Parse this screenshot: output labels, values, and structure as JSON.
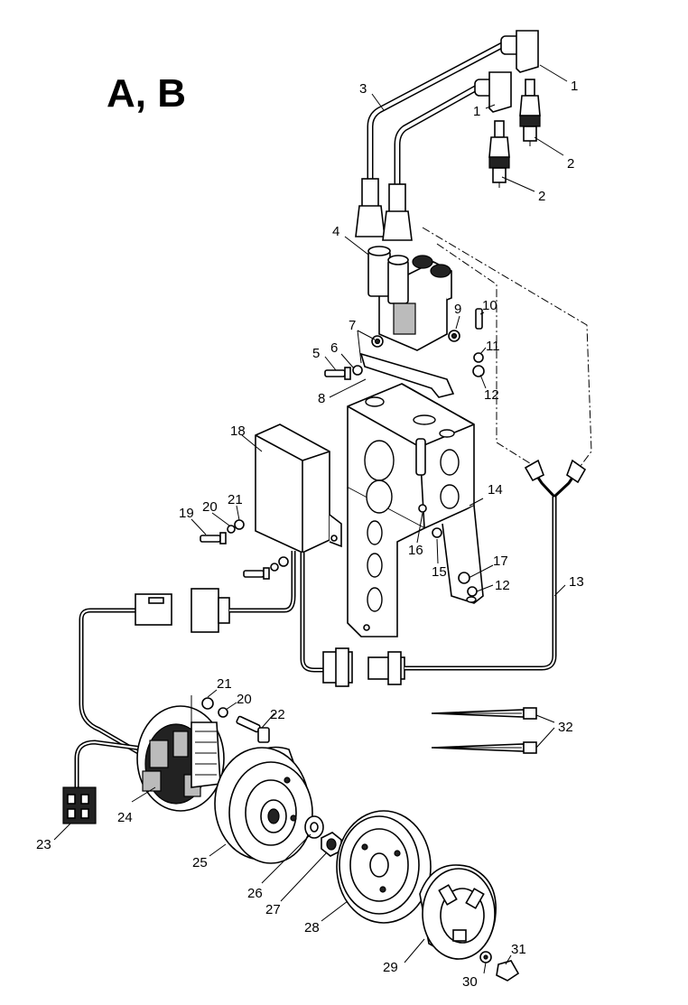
{
  "title": "A, B",
  "parts": [
    {
      "id": "cap-1a",
      "label": "1"
    },
    {
      "id": "cap-1b",
      "label": "1"
    },
    {
      "id": "plug-2a",
      "label": "2"
    },
    {
      "id": "plug-2b",
      "label": "2"
    },
    {
      "id": "cable-3",
      "label": "3"
    },
    {
      "id": "coil-4",
      "label": "4"
    },
    {
      "id": "screw-5",
      "label": "5"
    },
    {
      "id": "washer-6",
      "label": "6"
    },
    {
      "id": "nut-7",
      "label": "7"
    },
    {
      "id": "bracket-8",
      "label": "8"
    },
    {
      "id": "nut-9",
      "label": "9"
    },
    {
      "id": "screw-10",
      "label": "10"
    },
    {
      "id": "washer-11",
      "label": "11"
    },
    {
      "id": "washer-12a",
      "label": "12"
    },
    {
      "id": "washer-12b",
      "label": "12"
    },
    {
      "id": "harness-13",
      "label": "13"
    },
    {
      "id": "frame-14",
      "label": "14"
    },
    {
      "id": "nut-15",
      "label": "15"
    },
    {
      "id": "washer-16",
      "label": "16"
    },
    {
      "id": "nut-17",
      "label": "17"
    },
    {
      "id": "cdi-18",
      "label": "18"
    },
    {
      "id": "screw-19",
      "label": "19"
    },
    {
      "id": "washer-20a",
      "label": "20"
    },
    {
      "id": "washer-21a",
      "label": "21"
    },
    {
      "id": "washer-21b",
      "label": "21"
    },
    {
      "id": "washer-20b",
      "label": "20"
    },
    {
      "id": "screw-22",
      "label": "22"
    },
    {
      "id": "connector-23",
      "label": "23"
    },
    {
      "id": "stator-24",
      "label": "24"
    },
    {
      "id": "flywheel-25",
      "label": "25"
    },
    {
      "id": "washer-26",
      "label": "26"
    },
    {
      "id": "nut-27",
      "label": "27"
    },
    {
      "id": "pulley-28",
      "label": "28"
    },
    {
      "id": "starter-cup-29",
      "label": "29"
    },
    {
      "id": "washer-30",
      "label": "30"
    },
    {
      "id": "screw-31",
      "label": "31"
    },
    {
      "id": "cable-ties-32",
      "label": "32"
    }
  ]
}
